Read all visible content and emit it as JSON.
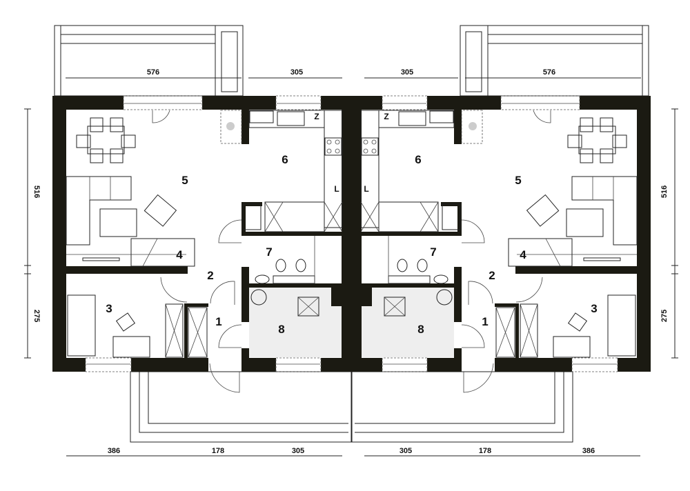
{
  "rooms_left": {
    "r1": "1",
    "r2": "2",
    "r3": "3",
    "r4": "4",
    "r5": "5",
    "r6": "6",
    "r7": "7",
    "r8": "8"
  },
  "rooms_right": {
    "r1": "1",
    "r2": "2",
    "r3": "3",
    "r4": "4",
    "r5": "5",
    "r6": "6",
    "r7": "7",
    "r8": "8"
  },
  "kitchen_marks": {
    "fridge": "Z",
    "dishwasher": "L"
  },
  "dimensions": {
    "top_left": [
      "576",
      "305"
    ],
    "top_right": [
      "305",
      "576"
    ],
    "left": [
      "516",
      "275"
    ],
    "right": [
      "516",
      "275"
    ],
    "bottom_left": [
      "386",
      "178",
      "305"
    ],
    "bottom_right": [
      "305",
      "178",
      "386"
    ]
  },
  "colors": {
    "wall": "#1b1a12",
    "bathroom_floor": "#eeeeee"
  }
}
